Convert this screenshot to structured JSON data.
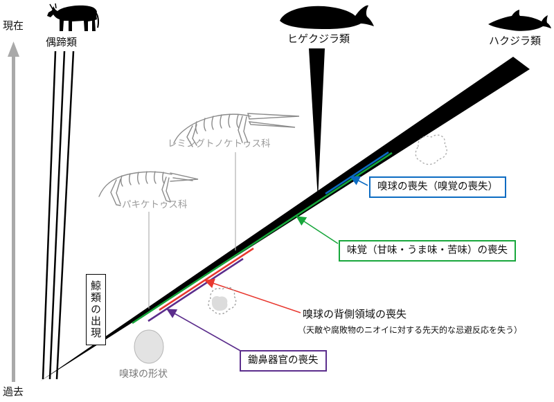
{
  "figure": {
    "timeline": {
      "present": "現在",
      "past": "過去"
    },
    "taxa": {
      "ungulates": "偶蹄類",
      "baleen_whales": "ヒゲクジラ類",
      "toothed_whales": "ハクジラ類"
    },
    "fossil_groups": {
      "remingtonocetidae": "レミングトノケトゥス科",
      "pakicetidae": "パキケトゥス科"
    },
    "events": {
      "whale_emergence": "鯨類の出現",
      "olfactory_bulb_loss": "嗅球の喪失（嗅覚の喪失）",
      "taste_loss": "味覚（甘味・うま味・苦味）の喪失",
      "dorsal_olfactory_region_loss": "嗅球の背側領域の喪失",
      "dorsal_olfactory_region_loss_note": "（天敵や腐敗物のニオイに対する先天的な忌避反応を失う）",
      "vomeronasal_organ_loss": "鋤鼻器官の喪失"
    },
    "annotations": {
      "olfactory_bulb_shape": "嗅球の形状"
    },
    "colors": {
      "blue": "#0b6bc2",
      "green": "#17a63b",
      "red": "#e8382f",
      "purple": "#5b2d8c",
      "timeline_gray": "#a9a9a9",
      "skeleton_gray": "#8a8a8a"
    }
  }
}
